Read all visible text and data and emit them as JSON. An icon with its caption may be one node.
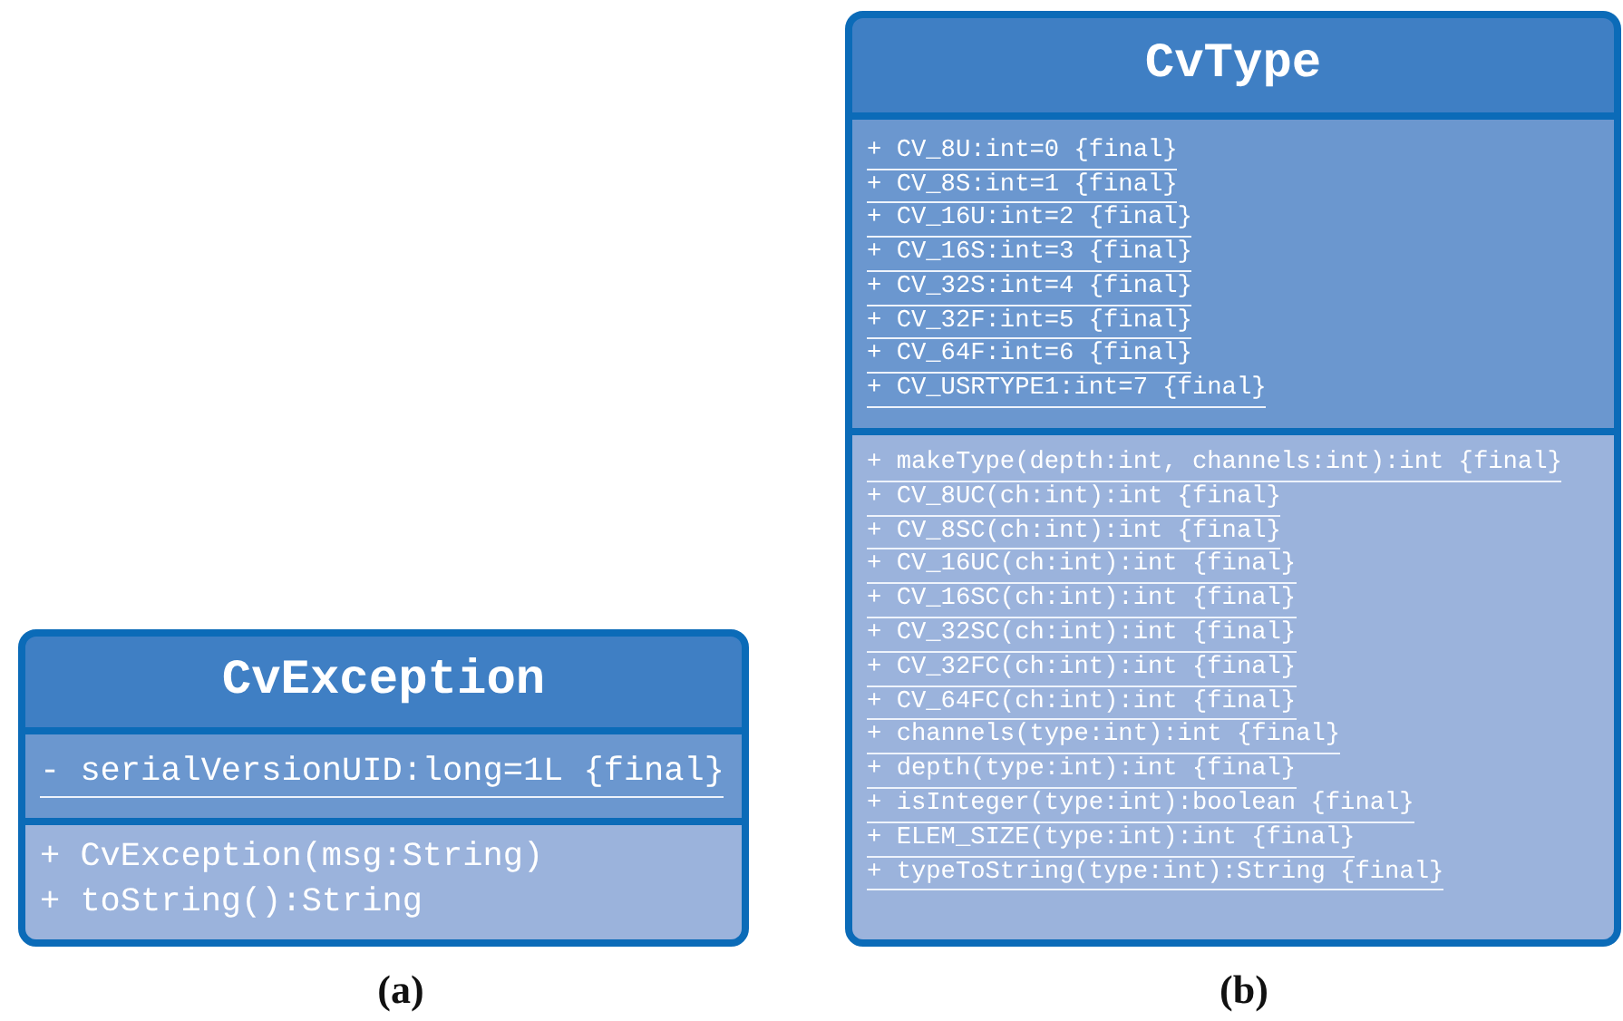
{
  "diagram": {
    "nodes": [
      {
        "text": [
          "CvException"
        ]
      },
      {
        "text": [
          "- serialVersionUID:long=1L {final}"
        ],
        "in": 0
      },
      {
        "text": [
          "+ CvException(msg:String)",
          "+ toString():String"
        ],
        "in": 0
      },
      {
        "text": [
          "CvType"
        ]
      },
      {
        "text": [
          "+ CV_8U:int=0 {final}",
          "+ CV_8S:int=1 {final}",
          "+ CV_16U:int=2 {final}",
          "+ CV_16S:int=3 {final}",
          "+ CV_32S:int=4 {final}",
          "+ CV_32F:int=5 {final}",
          "+ CV_64F:int=6 {final}",
          "+ CV_USRTYPE1:int=7 {final}"
        ],
        "in": 3
      },
      {
        "text": [
          "+ makeType(depth:int, channels:int):int {final}",
          "+ CV_8UC(ch:int):int {final}",
          "+ CV_8SC(ch:int):int {final}",
          "+ CV_16UC(ch:int):int {final}",
          "+ CV_16SC(ch:int):int {final}",
          "+ CV_32SC(ch:int):int {final}",
          "+ CV_32FC(ch:int):int {final}",
          "+ CV_64FC(ch:int):int {final}",
          "+ channels(type:int):int {final}",
          "+ depth(type:int):int {final}",
          "+ isInteger(type:int):boolean {final}",
          "+ ELEM_SIZE(type:int):int {final}",
          "+ typeToString(type:int):String {final}"
        ],
        "in": 3
      }
    ],
    "labels": [
      "(a)",
      "(b)"
    ]
  }
}
